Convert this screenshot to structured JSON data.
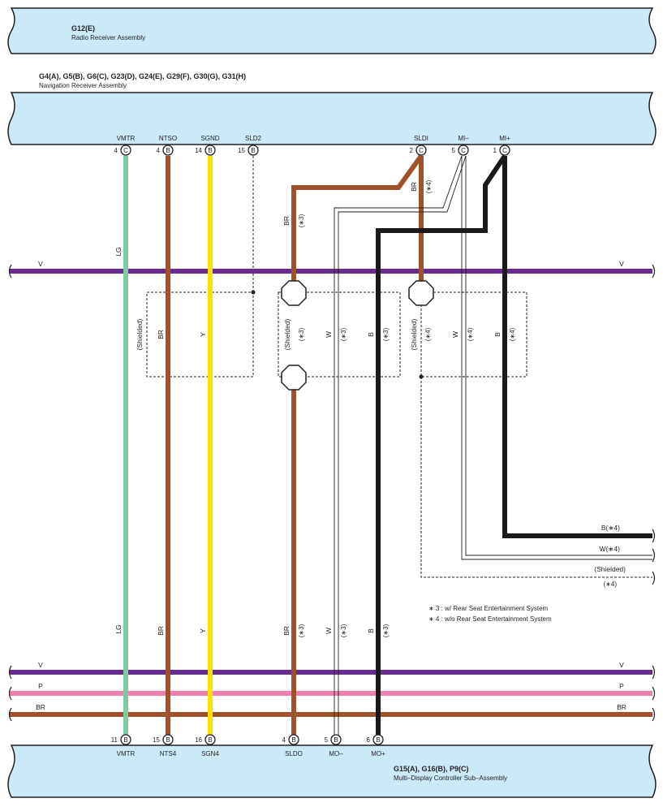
{
  "connectors": {
    "radio": {
      "id": "G12(E)",
      "name": "Radio Receiver Assembly"
    },
    "nav": {
      "id": "G4(A), G5(B), G6(C), G23(D), G24(E), G29(F), G30(G), G31(H)",
      "name": "Navigation Receiver Assembly"
    },
    "mdc": {
      "id": "G15(A), G16(B), P9(C)",
      "name": "Multi–Display Controller Sub–Assembly"
    }
  },
  "top_pins": [
    {
      "name": "VMTR",
      "num": "4",
      "conn": "C"
    },
    {
      "name": "NTSO",
      "num": "4",
      "conn": "B"
    },
    {
      "name": "SGND",
      "num": "14",
      "conn": "B"
    },
    {
      "name": "SLD2",
      "num": "15",
      "conn": "B"
    },
    {
      "name": "SLDI",
      "num": "2",
      "conn": "C"
    },
    {
      "name": "MI–",
      "num": "5",
      "conn": "C"
    },
    {
      "name": "MI+",
      "num": "1",
      "conn": "C"
    }
  ],
  "bottom_pins": [
    {
      "name": "VMTR",
      "num": "11",
      "conn": "B"
    },
    {
      "name": "NTS4",
      "num": "15",
      "conn": "B"
    },
    {
      "name": "SGN4",
      "num": "16",
      "conn": "B"
    },
    {
      "name": "SLDO",
      "num": "4",
      "conn": "B"
    },
    {
      "name": "MO–",
      "num": "5",
      "conn": "B"
    },
    {
      "name": "MO+",
      "num": "6",
      "conn": "B"
    }
  ],
  "buses": {
    "v_top": "V",
    "v_bottom": "V",
    "p_bottom": "P",
    "br_bottom": "BR"
  },
  "wire_labels": {
    "lg": "LG",
    "br": "BR",
    "y": "Y",
    "w": "W",
    "b": "B",
    "shielded": "(Shielded)",
    "note3": "(∗3)",
    "note4": "(∗4)",
    "b4": "B(∗4)",
    "w4": "W(∗4)"
  },
  "notes": [
    "∗ 3 : w/ Rear Seat Entertainment System",
    "∗ 4 : w/o Rear Seat Entertainment System"
  ],
  "colors": {
    "connector_fill": "#cce9f8",
    "violet": "#6b2c91",
    "pink": "#f07fb0",
    "brown": "#a0522d",
    "light_green": "#7fcaa0",
    "yellow": "#ffe100",
    "black": "#1a1a1a"
  }
}
